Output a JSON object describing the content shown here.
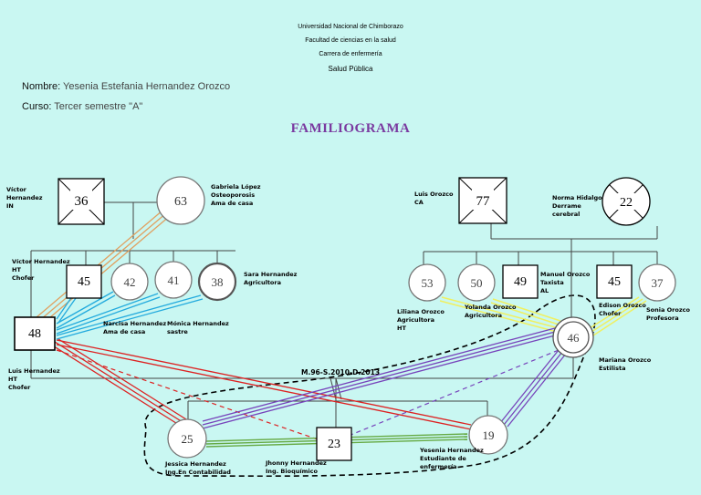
{
  "header": {
    "university": "Universidad Nacional de Chimborazo",
    "faculty": "Facultad de ciencias en la salud",
    "career": "Carrera de enfermería",
    "program": "Salud Pública"
  },
  "student": {
    "name_label": "Nombre:",
    "name_value": "Yesenia Estefania Hernandez Orozco",
    "course_label": "Curso:",
    "course_value": "Tercer semestre \"A\""
  },
  "title": "FAMILIOGRAMA",
  "marriage_label": "M.96-S.2010-D.2013",
  "members": {
    "victor_sr": {
      "age": "36",
      "label": [
        "Víctor",
        "Hernandez",
        "IN"
      ]
    },
    "gabriela": {
      "age": "63",
      "label": [
        "Gabriela López",
        "Osteoporosis",
        "Ama de casa"
      ]
    },
    "luis_sr": {
      "age": "77",
      "label": [
        "Luis Orozco",
        "CA"
      ]
    },
    "norma": {
      "age": "22",
      "label": [
        "Norma Hidalgo",
        "Derrame",
        "cerebral"
      ]
    },
    "victor_jr": {
      "age": "45",
      "label": [
        "Víctor Hernandez",
        "HT",
        "Chofer"
      ]
    },
    "narcisa": {
      "age": "42",
      "label": [
        "Narcisa Hernandez",
        "Ama de casa"
      ]
    },
    "monica": {
      "age": "41",
      "label": [
        "Mónica Hernandez",
        "sastre"
      ]
    },
    "sara": {
      "age": "38",
      "label": [
        "Sara Hernandez",
        "Agricultora"
      ]
    },
    "liliana": {
      "age": "53",
      "label": [
        "Liliana Orozco",
        "Agricultora",
        "HT"
      ]
    },
    "yolanda": {
      "age": "50",
      "label": [
        "Yolanda Orozco",
        "Agricultora"
      ]
    },
    "manuel": {
      "age": "49",
      "label": [
        "Manuel Orozco",
        "Taxista",
        "AL"
      ]
    },
    "edison": {
      "age": "45",
      "label": [
        "Edison Orozco",
        "Chofer"
      ]
    },
    "sonia": {
      "age": "37",
      "label": [
        "Sonia Orozco",
        "Profesora"
      ]
    },
    "luis_h": {
      "age": "48",
      "label": [
        "Luis Hernandez",
        "HT",
        "Chofer"
      ]
    },
    "mariana": {
      "age": "46",
      "label": [
        "Mariana Orozco",
        "Estilista"
      ]
    },
    "jessica": {
      "age": "25",
      "label": [
        "Jessica Hernandez",
        "Ing.En Contabilidad"
      ]
    },
    "jhonny": {
      "age": "23",
      "label": [
        "Jhonny Hernandez",
        "Ing. Bioquímico"
      ]
    },
    "yesenia": {
      "age": "19",
      "label": [
        "Yesenia Hernandez",
        "Estudiante de",
        "enfermería"
      ]
    }
  },
  "colors": {
    "background": "#c9f7f2",
    "title": "#7a3aa0",
    "conflict": "#dd2222",
    "close_blue": "#22aadd",
    "close_yellow": "#f0f060",
    "close_purple": "#7744bb",
    "close_green": "#66aa44",
    "distant_orange": "#e0a060",
    "household": "#000000"
  }
}
